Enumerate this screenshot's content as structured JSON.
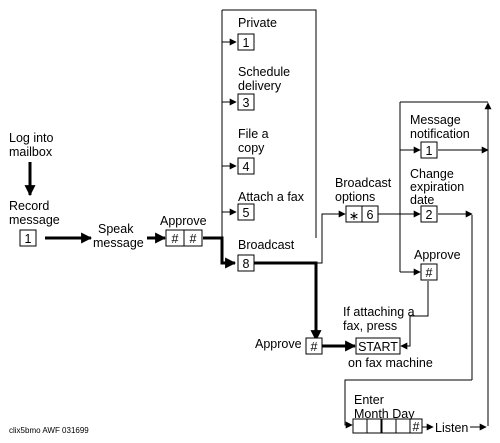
{
  "labels": {
    "log_into_mailbox": [
      "Log into",
      "mailbox"
    ],
    "record_message": [
      "Record",
      "message"
    ],
    "speak_message": [
      "Speak",
      "message"
    ],
    "approve_top": "Approve",
    "private": "Private",
    "schedule_delivery": [
      "Schedule",
      "delivery"
    ],
    "file_a_copy": [
      "File a",
      "copy"
    ],
    "attach_a_fax": "Attach a fax",
    "broadcast": "Broadcast",
    "broadcast_options": [
      "Broadcast",
      "options"
    ],
    "message_notification": [
      "Message",
      "notification"
    ],
    "change_expiration_date": [
      "Change",
      "expiration",
      "date"
    ],
    "approve_right": "Approve",
    "if_attaching_fax": [
      "If attaching a",
      "fax, press"
    ],
    "on_fax_machine": "on fax machine",
    "approve_bottom": "Approve",
    "enter_month_day": [
      "Enter",
      "Month Day"
    ],
    "listen": "Listen",
    "footer_code": "clix5bmo AWF 031699"
  },
  "keys": {
    "record": "1",
    "approve_1": "#",
    "approve_2": "#",
    "private": "1",
    "schedule": "3",
    "file": "4",
    "fax": "5",
    "broadcast": "8",
    "broadcast_star": "∗",
    "broadcast_six": "6",
    "notification": "1",
    "expiration": "2",
    "approve_right": "#",
    "approve_bottom": "#",
    "start": "START",
    "date_hash": "#"
  }
}
